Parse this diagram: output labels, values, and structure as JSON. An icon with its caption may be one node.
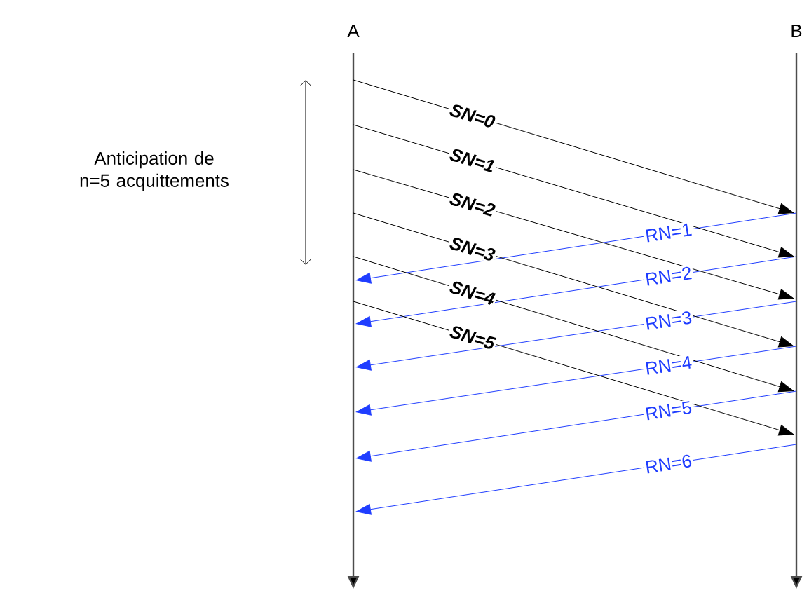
{
  "diagram": {
    "nodes": [
      {
        "text": [
          "A"
        ]
      },
      {
        "text": [
          "B"
        ]
      }
    ],
    "edges": [
      {
        "from": 0,
        "to": 1,
        "arrow": "to",
        "label": "SN=0"
      },
      {
        "from": 0,
        "to": 1,
        "arrow": "to",
        "label": "SN=1"
      },
      {
        "from": 0,
        "to": 1,
        "arrow": "to",
        "label": "SN=2"
      },
      {
        "from": 0,
        "to": 1,
        "arrow": "to",
        "label": "SN=3"
      },
      {
        "from": 0,
        "to": 1,
        "arrow": "to",
        "label": "SN=4"
      },
      {
        "from": 0,
        "to": 1,
        "arrow": "to",
        "label": "SN=5"
      },
      {
        "from": 1,
        "to": 0,
        "arrow": "to",
        "label": "RN=1",
        "color": "#1f3dff"
      },
      {
        "from": 1,
        "to": 0,
        "arrow": "to",
        "label": "RN=2",
        "color": "#1f3dff"
      },
      {
        "from": 1,
        "to": 0,
        "arrow": "to",
        "label": "RN=3",
        "color": "#1f3dff"
      },
      {
        "from": 1,
        "to": 0,
        "arrow": "to",
        "label": "RN=4",
        "color": "#1f3dff"
      },
      {
        "from": 1,
        "to": 0,
        "arrow": "to",
        "label": "RN=5",
        "color": "#1f3dff"
      },
      {
        "from": 1,
        "to": 0,
        "arrow": "to",
        "label": "RN=6",
        "color": "#1f3dff"
      }
    ],
    "labels": [
      "Anticipation de n=5 acquittements"
    ]
  }
}
